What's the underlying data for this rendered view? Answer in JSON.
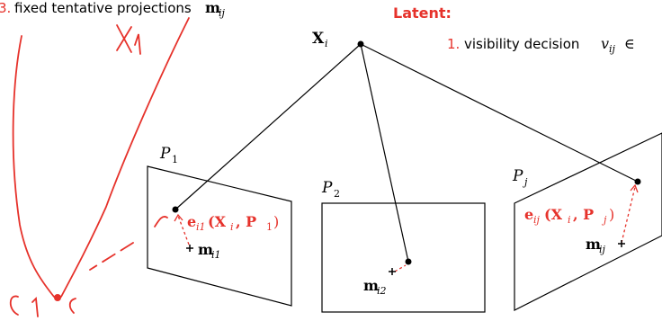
{
  "header": {
    "item_number": "3.",
    "item_text": "fixed tentative projections",
    "item_symbol": "m",
    "item_subscript": "ij"
  },
  "latent": {
    "heading": "Latent:",
    "item_number": "1.",
    "item_text": "visibility decision",
    "item_symbol": "v",
    "item_subscript": "ij",
    "item_trailing": "∈"
  },
  "point_label": {
    "symbol": "X",
    "subscript": "i"
  },
  "cameras": [
    {
      "symbol": "P",
      "subscript": "1"
    },
    {
      "symbol": "P",
      "subscript": "2"
    },
    {
      "symbol": "P",
      "subscript": "j"
    }
  ],
  "error_labels": [
    {
      "symbol": "e",
      "subscript": "i1",
      "args": "(X",
      "arg_sub": "i",
      "mid": ", P",
      "mid_sub": "1",
      "close": ")"
    },
    {
      "symbol": "e",
      "subscript": "ij",
      "args": "(X",
      "arg_sub": "i",
      "mid": ", P",
      "mid_sub": "j",
      "close": ")"
    }
  ],
  "measurement_labels": [
    {
      "symbol": "m",
      "subscript": "i1"
    },
    {
      "symbol": "m",
      "subscript": "i2"
    },
    {
      "symbol": "m",
      "subscript": "ij"
    }
  ],
  "handwriting": {
    "top_note": "X",
    "top_sub": "1",
    "camera_note": "C",
    "camera_sub": "1"
  },
  "colors": {
    "accent": "#e6322b",
    "ink": "#000000"
  }
}
